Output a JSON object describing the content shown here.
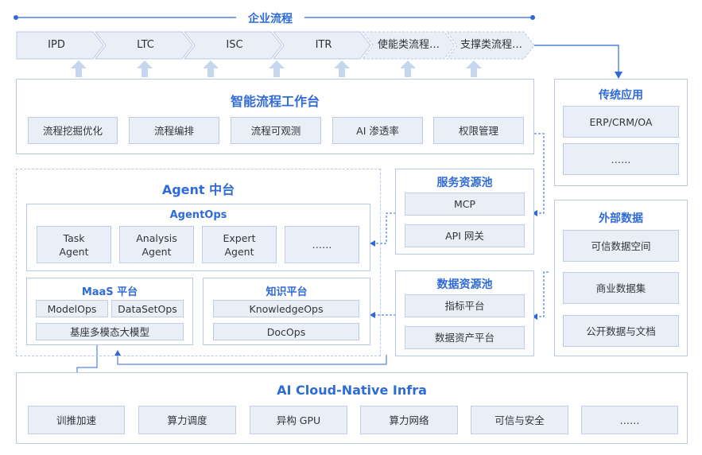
{
  "header": {
    "title": "企业流程"
  },
  "flow_steps": [
    "IPD",
    "LTC",
    "ISC",
    "ITR",
    "使能类流程…",
    "支撑类流程…"
  ],
  "workbench": {
    "title": "智能流程工作台",
    "items": [
      "流程挖掘优化",
      "流程编排",
      "流程可观测",
      "AI 渗透率",
      "权限管理"
    ]
  },
  "legacy_apps": {
    "title": "传统应用",
    "items": [
      "ERP/CRM/OA",
      "……"
    ]
  },
  "agent_platform": {
    "title": "Agent 中台",
    "agentops": {
      "title": "AgentOps",
      "items": [
        "Task\nAgent",
        "Analysis\nAgent",
        "Expert\nAgent",
        "……"
      ]
    },
    "maas": {
      "title": "MaaS 平台",
      "items": [
        "ModelOps",
        "DataSetOps"
      ],
      "base": "基座多模态大模型"
    },
    "knowledge": {
      "title": "知识平台",
      "items": [
        "KnowledgeOps",
        "DocOps"
      ]
    }
  },
  "service_pool": {
    "title": "服务资源池",
    "items": [
      "MCP",
      "API 网关"
    ]
  },
  "data_pool": {
    "title": "数据资源池",
    "items": [
      "指标平台",
      "数据资产平台"
    ]
  },
  "external_data": {
    "title": "外部数据",
    "items": [
      "可信数据空间",
      "商业数据集",
      "公开数据与文档"
    ]
  },
  "infra": {
    "title": "AI Cloud-Native Infra",
    "items": [
      "训推加速",
      "算力调度",
      "异构 GPU",
      "算力网络",
      "可信与安全",
      "……"
    ]
  },
  "colors": {
    "accent": "#2f6ad9",
    "box_fill": "#e9eef7",
    "border": "#b9c8e4",
    "arrow": "#c7d6ef"
  }
}
